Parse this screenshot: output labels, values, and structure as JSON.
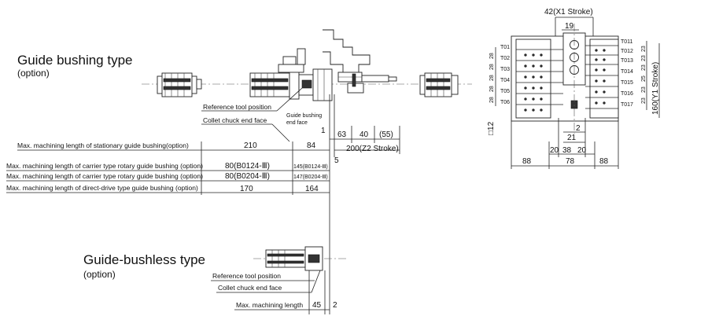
{
  "titles": {
    "guide_bushing": "Guide bushing type",
    "guide_bushing_option": "(option)",
    "guide_bushless": "Guide-bushless type",
    "guide_bushless_option": "(option)"
  },
  "labels": {
    "reference_tool_position": "Reference tool position",
    "collet_chuck_end_face": "Collet chuck end face",
    "guide_bushing_end_face_1": "Guide bushing",
    "guide_bushing_end_face_2": "end face",
    "max_len_stationary": "Max. machining length of stationary guide bushing(option)",
    "max_len_carrier_rotary_1": "Max. machining length of carrier type rotary guide bushing (option)",
    "max_len_carrier_rotary_2": "Max. machining length of carrier type rotary guide bushing (option)",
    "max_len_direct_drive": "Max. machining length of direct-drive type guide bushing (option)",
    "bushless_reference_tool_position": "Reference tool position",
    "bushless_collet_chuck_end_face": "Collet chuck end face",
    "max_machining_length": "Max. machining length"
  },
  "dimensions": {
    "d_210": "210",
    "d_84": "84",
    "d_80_b0124": "80(B0124-Ⅲ)",
    "d_145_b0124": "145(B0124-Ⅲ)",
    "d_80_b0204": "80(B0204-Ⅲ)",
    "d_147_b0204": "147(B0204-Ⅲ)",
    "d_170": "170",
    "d_164": "164",
    "d_1": "1",
    "d_63": "63",
    "d_40": "40",
    "d_55": "(55)",
    "d_200_z2": "200(Z2 Stroke)",
    "d_5": "5",
    "d_45": "45",
    "d_2_bottom": "2",
    "x1_stroke": "42(X1 Stroke)",
    "d_19": "19",
    "d_2_right": "2",
    "d_21": "21",
    "d_20_left": "20",
    "d_38": "38",
    "d_20_right": "20",
    "d_88_left": "88",
    "d_78": "78",
    "d_88_right": "88",
    "d_12_sq": "□12",
    "y1_stroke": "160(Y1 Stroke)",
    "pitch_28": "28",
    "pitch_23": "23",
    "pitch_25": "25"
  },
  "tools_left": [
    "T01",
    "T02",
    "T03",
    "T04",
    "T05",
    "T06"
  ],
  "tools_right": [
    "T011",
    "T012",
    "T013",
    "T014",
    "T015",
    "T016",
    "T017"
  ]
}
